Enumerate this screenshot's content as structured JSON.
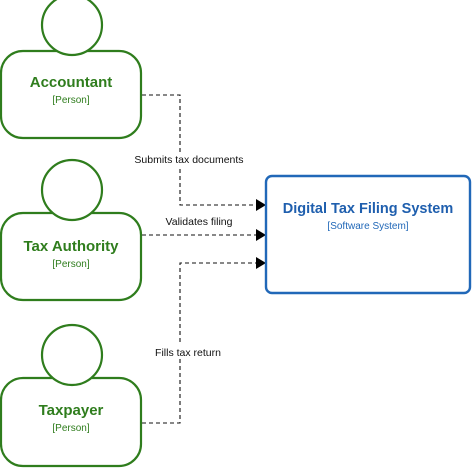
{
  "colors": {
    "person_stroke": "#2f7d1d",
    "system_stroke": "#2168b8",
    "edge": "#111111"
  },
  "persons": [
    {
      "name": "Accountant",
      "type": "[Person]"
    },
    {
      "name": "Tax Authority",
      "type": "[Person]"
    },
    {
      "name": "Taxpayer",
      "type": "[Person]"
    }
  ],
  "system": {
    "name": "Digital Tax Filing System",
    "type": "[Software System]"
  },
  "relationships": [
    {
      "from": "Accountant",
      "to": "Digital Tax Filing System",
      "label": "Submits tax documents"
    },
    {
      "from": "Tax Authority",
      "to": "Digital Tax Filing System",
      "label": "Validates filing"
    },
    {
      "from": "Taxpayer",
      "to": "Digital Tax Filing System",
      "label": "Fills tax return"
    }
  ]
}
